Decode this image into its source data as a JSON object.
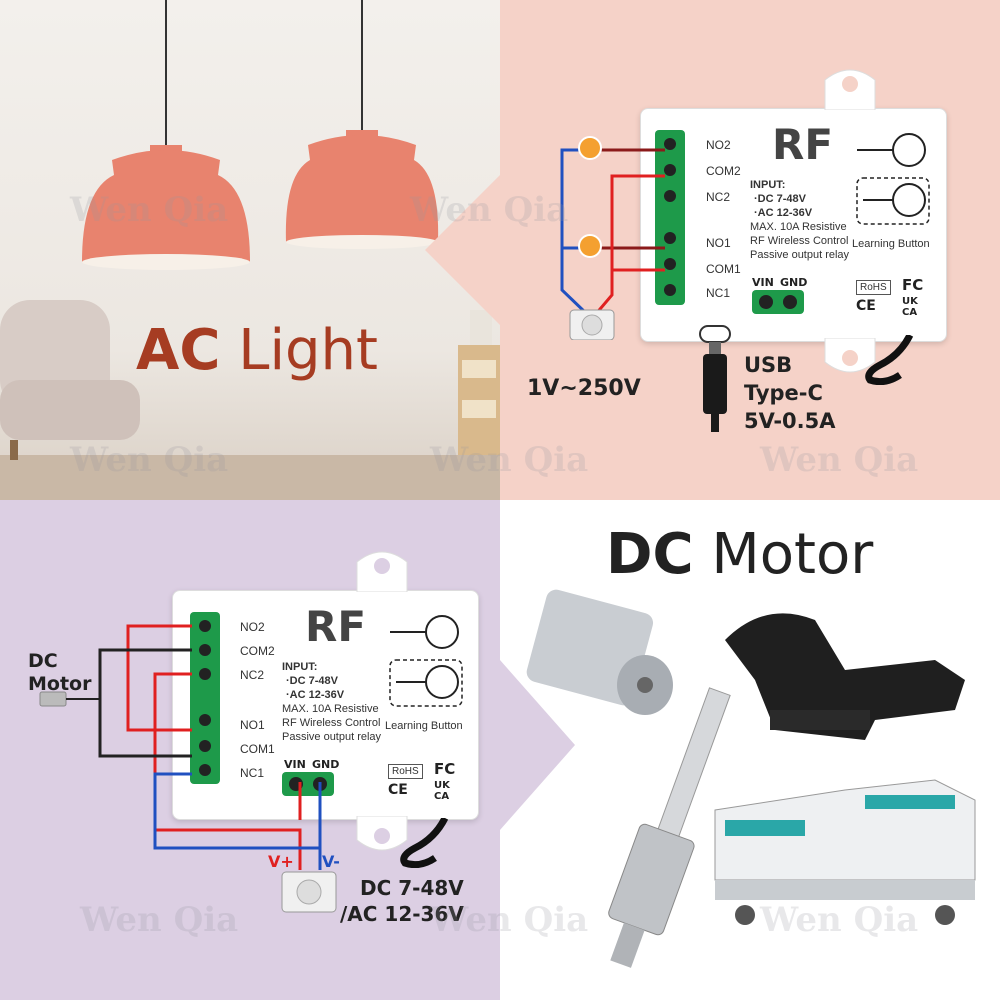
{
  "panels": {
    "ac_light": {
      "headline_bold": "AC",
      "headline_light": "Light"
    },
    "dc_motor": {
      "headline_bold": "DC",
      "headline_light": "Motor"
    }
  },
  "module": {
    "title": "RF",
    "terminals": [
      "NO2",
      "COM2",
      "NC2",
      "NO1",
      "COM1",
      "NC1"
    ],
    "input_label": "INPUT:",
    "input_dc": "·DC 7-48V",
    "input_ac": "·AC 12-36V",
    "spec_line1": "MAX. 10A  Resistive",
    "spec_line2": "RF Wireless Control",
    "spec_line3": "Passive output relay",
    "learning_button": "Learning Button",
    "vin": "VIN",
    "gnd": "GND",
    "rohs": "RoHS",
    "fc": "FC",
    "ce": "CE",
    "ukca_top": "UK",
    "ukca_bottom": "CA"
  },
  "ac_wiring": {
    "voltage": "1V~250V",
    "usb_line1": "USB",
    "usb_line2": "Type-C",
    "usb_line3": "5V-0.5A"
  },
  "dc_wiring": {
    "motor_line1": "DC",
    "motor_line2": "Motor",
    "v_plus": "V+",
    "v_minus": "V-",
    "supply_line1": "DC 7-48V",
    "supply_line2": "/AC 12-36V"
  },
  "watermark": "Wen Qia",
  "colors": {
    "headline": "#a63c22",
    "wire_red": "#e02020",
    "wire_blue": "#2050c0",
    "wire_dark": "#222222",
    "terminal_green": "#1e9a4a",
    "panel_pink": "#f5d2c8",
    "panel_lavender": "#dccfe3"
  }
}
